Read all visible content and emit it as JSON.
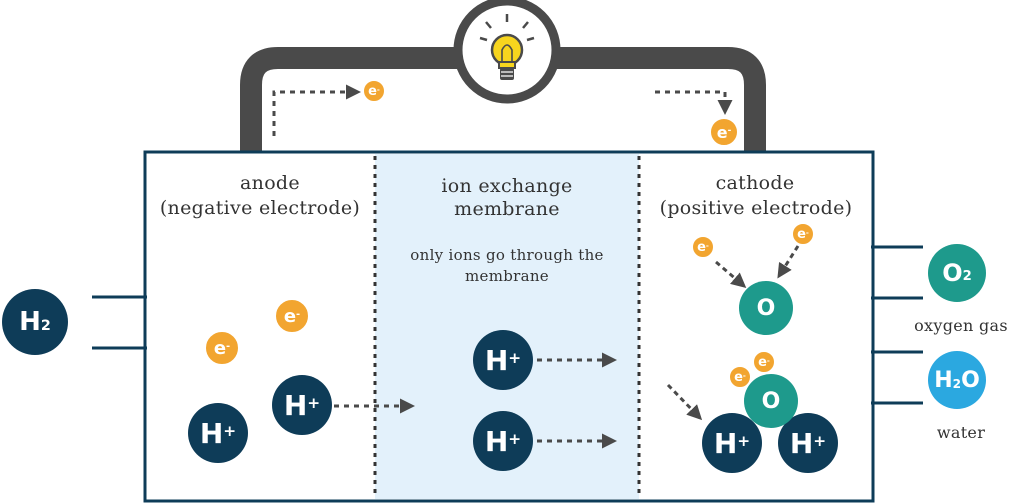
{
  "sections": {
    "anode": {
      "title": "anode",
      "subtitle": "(negative electrode)"
    },
    "membrane": {
      "title_line1": "ion exchange",
      "title_line2": "membrane",
      "note_line1": "only ions go through the",
      "note_line2": "membrane"
    },
    "cathode": {
      "title": "cathode",
      "subtitle": "(positive electrode)"
    }
  },
  "inputs": {
    "hydrogen": {
      "symbol": "H",
      "subscript": "2"
    }
  },
  "outputs": {
    "oxygen": {
      "symbol": "O",
      "subscript": "2",
      "label": "oxygen gas"
    },
    "water": {
      "symbol_h": "H",
      "subscript": "2",
      "symbol_o": "O",
      "label": "water"
    }
  },
  "particles": {
    "electron": {
      "symbol": "e",
      "charge": "-"
    },
    "proton": {
      "symbol": "H",
      "charge": "+"
    },
    "oxygen_atom": {
      "symbol": "O"
    }
  },
  "colors": {
    "outline": "#0e3c58",
    "wire": "#4a4a4a",
    "membrane_fill": "#e3f1fb",
    "electron": "#f2a530",
    "proton": "#0e3c58",
    "oxygen": "#1e9a8c",
    "water": "#2ba8e0",
    "bulb": "#f7d51e"
  }
}
